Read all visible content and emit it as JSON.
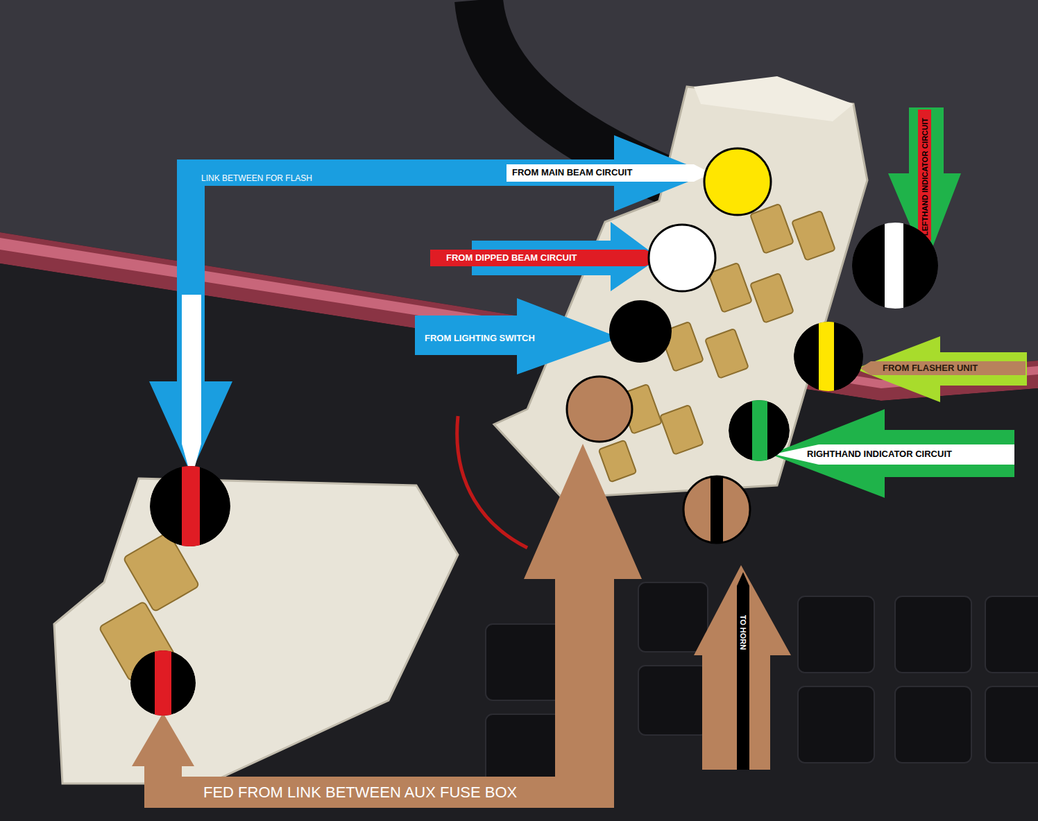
{
  "diagram": {
    "labels": [
      "LINK BETWEEN FOR FLASH",
      "FROM MAIN BEAM CIRCUIT",
      "FROM DIPPED BEAM CIRCUIT",
      "FROM LIGHTING SWITCH",
      "LEFTHAND INDICATOR CIRCUIT",
      "FROM FLASHER UNIT",
      "RIGHTHAND INDICATOR CIRCUIT",
      "TO HORN",
      "FED FROM LINK BETWEEN AUX FUSE BOX"
    ]
  }
}
